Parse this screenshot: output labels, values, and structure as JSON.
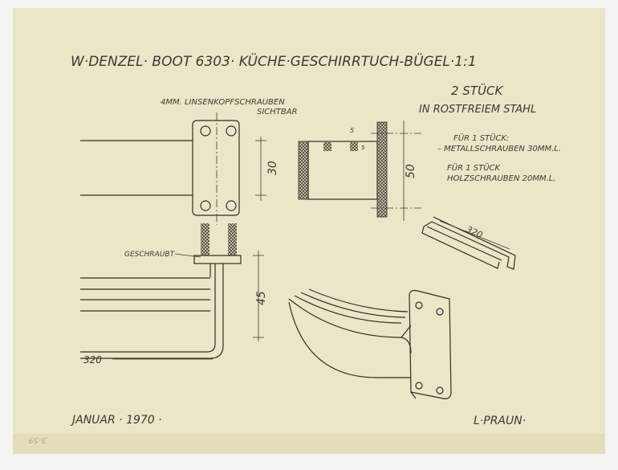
{
  "title": "W·DENZEL· BOOT 6303· KÜCHE·GESCHIRRTUCH-BÜGEL·1:1",
  "screw_note": {
    "line1": "4MM. LINSENKOPFSCHRAUBEN",
    "line2": "SICHTBAR"
  },
  "quantity": {
    "line1": "2 STÜCK",
    "line2": "IN ROSTFREIEM STAHL"
  },
  "screws_metal": {
    "line1": "FÜR 1 STÜCK:",
    "line2": "– METALLSCHRAUBEN 30MM.L."
  },
  "screws_wood": {
    "line1": "FÜR 1 STÜCK",
    "line2": "HOLZSCHRAUBEN 20MM.L."
  },
  "label_screwed": "GESCHRAUBT",
  "dimensions": {
    "plate_width": "30",
    "height": "45",
    "length": "320",
    "section_height": "50",
    "hole_spacing": "5",
    "hole_offset": "5",
    "iso_length": "320"
  },
  "date": "JANUAR · 1970 ·",
  "author": "L·PRAUN·",
  "pencil_mark": "3-59",
  "colors": {
    "paper": "#ebe6c7",
    "ink": "#2e2e2a"
  }
}
